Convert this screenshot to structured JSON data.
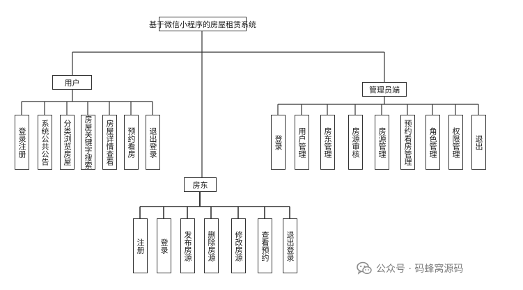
{
  "root": {
    "label": "基于微信小程序的房屋租赁系统"
  },
  "groups": {
    "user": {
      "label": "用户",
      "items": [
        "登录注册",
        "系统公共公告",
        "分类浏览房屋",
        "房屋关键字搜索",
        "房屋详情查看",
        "预约看房",
        "退出登录"
      ]
    },
    "landlord": {
      "label": "房东",
      "items": [
        "注册",
        "登录",
        "发布房源",
        "删除房源",
        "修改房源",
        "查看预约",
        "退出登录"
      ]
    },
    "admin": {
      "label": "管理员端",
      "items": [
        "登录",
        "用户管理",
        "房东管理",
        "房源审核",
        "房源管理",
        "预约看房管理",
        "角色管理",
        "权限管理",
        "退出"
      ]
    }
  },
  "watermark": {
    "text": "公众号 · 码蜂窝源码",
    "icon": "wechat-icon"
  }
}
